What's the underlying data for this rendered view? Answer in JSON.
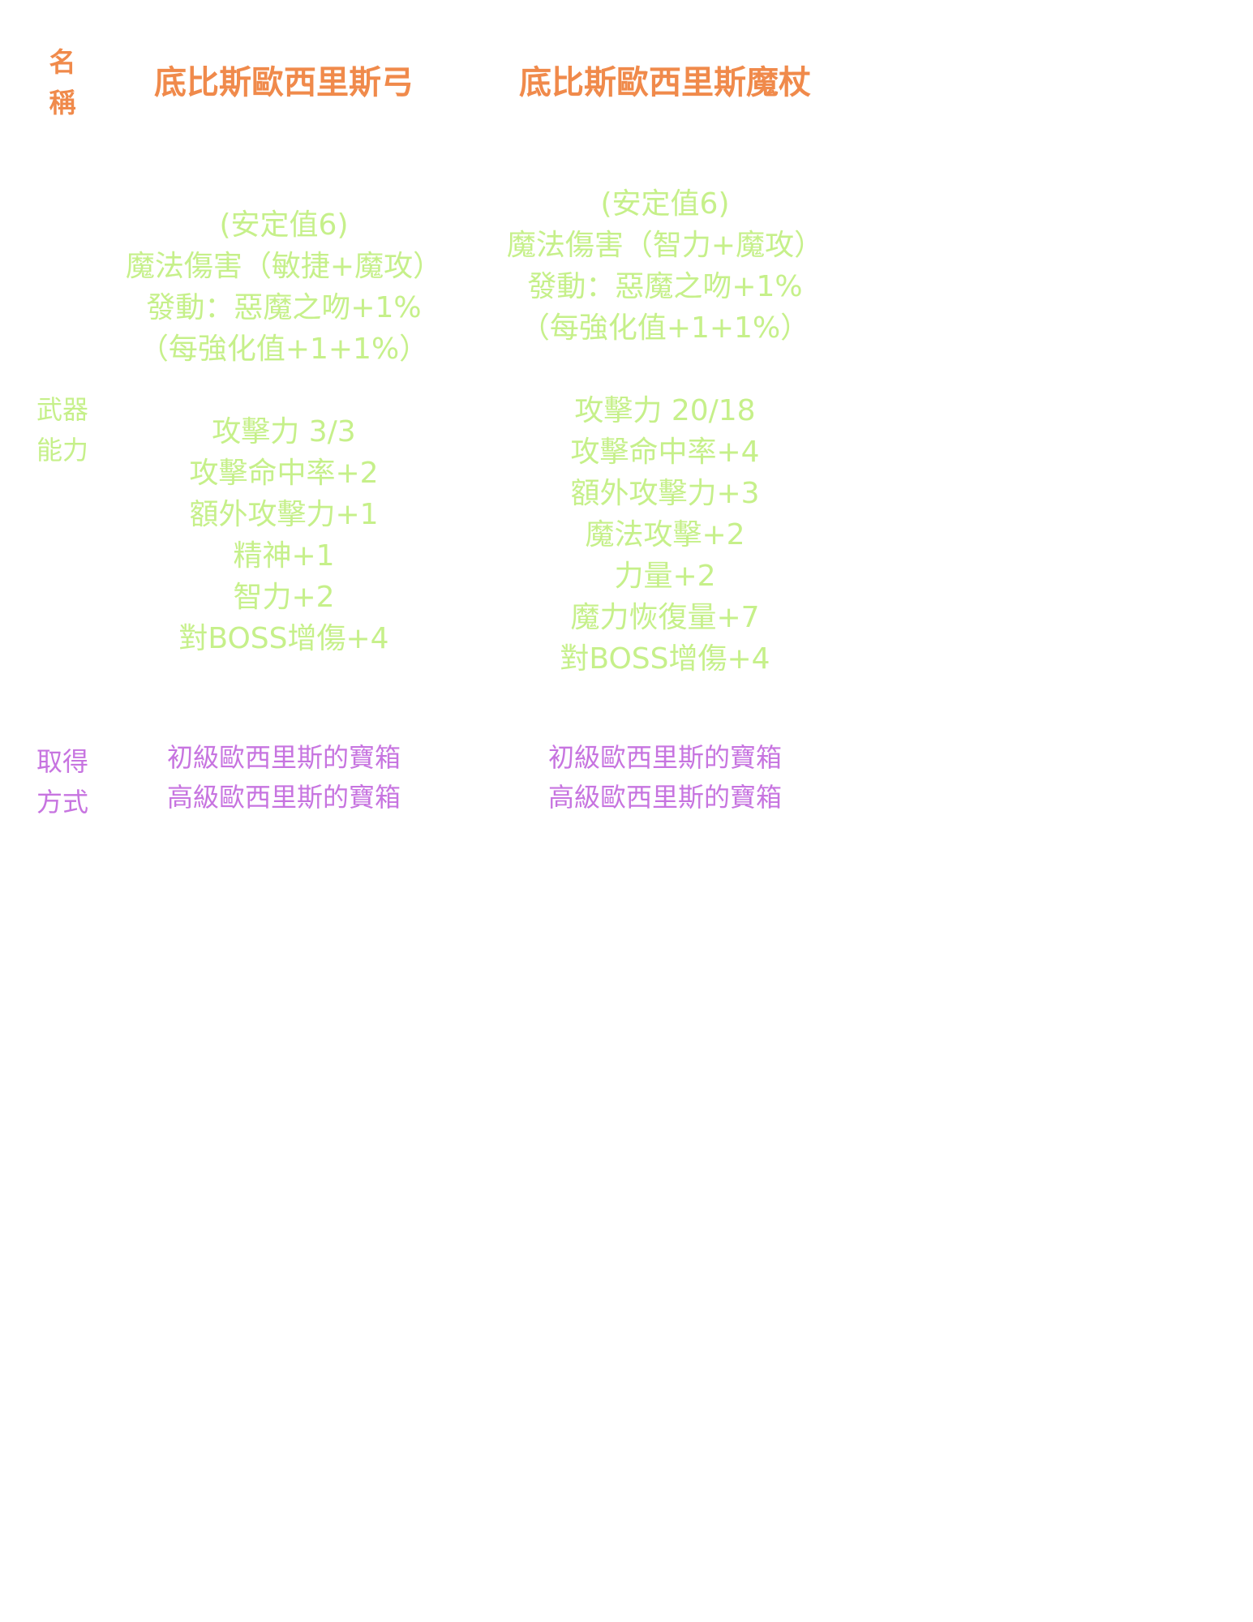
{
  "labels": {
    "name": [
      "名",
      "稱"
    ],
    "ability": [
      "武器",
      "能力"
    ],
    "obtain": [
      "取得",
      "方式"
    ]
  },
  "items": [
    {
      "name": "底比斯歐西里斯弓",
      "attributes": [
        "(安定值6)",
        "魔法傷害（敏捷+魔攻）",
        "發動：惡魔之吻+1%",
        "（每強化值+1+1%）"
      ],
      "stats": [
        "攻擊力 3/3",
        "攻擊命中率+2",
        "額外攻擊力+1",
        "精神+1",
        "智力+2",
        "對BOSS增傷+4"
      ],
      "obtain": [
        "初級歐西里斯的寶箱",
        "高級歐西里斯的寶箱"
      ]
    },
    {
      "name": "底比斯歐西里斯魔杖",
      "attributes": [
        "(安定值6)",
        "魔法傷害（智力+魔攻）",
        "發動：惡魔之吻+1%",
        "（每強化值+1+1%）"
      ],
      "stats": [
        "攻擊力 20/18",
        "攻擊命中率+4",
        "額外攻擊力+3",
        "魔法攻擊+2",
        "力量+2",
        "魔力恢復量+7",
        "對BOSS增傷+4"
      ],
      "obtain": [
        "初級歐西里斯的寶箱",
        "高級歐西里斯的寶箱"
      ]
    }
  ],
  "colors": {
    "name": "#f08a4b",
    "ability": "#c6f08a",
    "obtain": "#c774e0"
  }
}
